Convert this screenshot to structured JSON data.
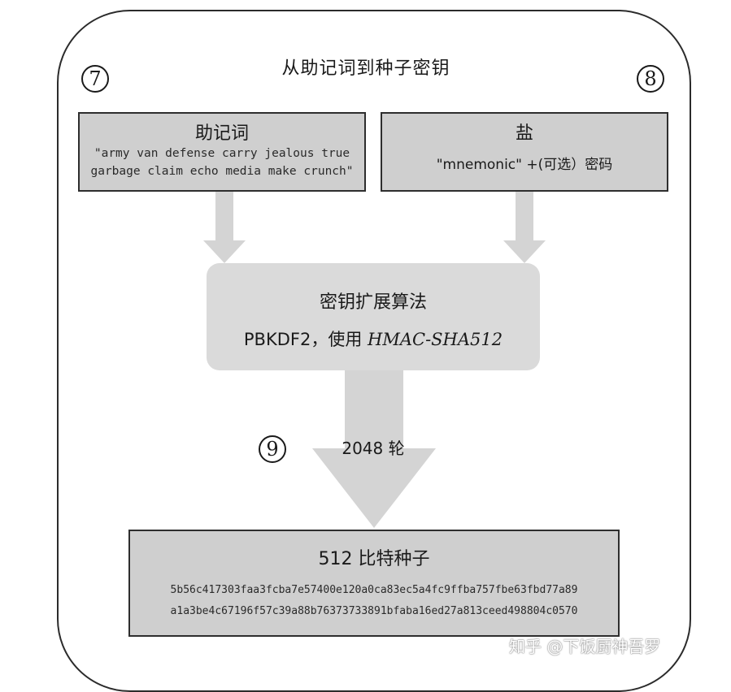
{
  "title": "从助记词到种子密钥",
  "steps": {
    "mnemonic_step": "7",
    "salt_step": "8",
    "rounds_step": "9"
  },
  "mnemonic_box": {
    "heading": "助记词",
    "line1": "\"army van defense carry jealous true",
    "line2": "garbage claim echo media make crunch\""
  },
  "salt_box": {
    "heading": "盐",
    "text": "\"mnemonic\" +(可选）密码"
  },
  "kdf_box": {
    "heading": "密钥扩展算法",
    "sub_prefix": "PBKDF2，使用",
    "sub_algo": "HMAC-SHA512"
  },
  "rounds_label": "2048 轮",
  "seed_box": {
    "heading": "512 比特种子",
    "hex_line1": "5b56c417303faa3fcba7e57400e120a0ca83ec5a4fc9ffba757fbe63fbd77a89",
    "hex_line2": "a1a3be4c67196f57c39a88b76373733891bfaba16ed27a813ceed498804c0570"
  },
  "watermark": "知乎 @下饭厨神吾罗",
  "colors": {
    "box_fill": "#cfcfcf",
    "kdf_fill": "#dadada",
    "arrow_fill": "#d4d4d4",
    "border": "#2b2b2b"
  }
}
